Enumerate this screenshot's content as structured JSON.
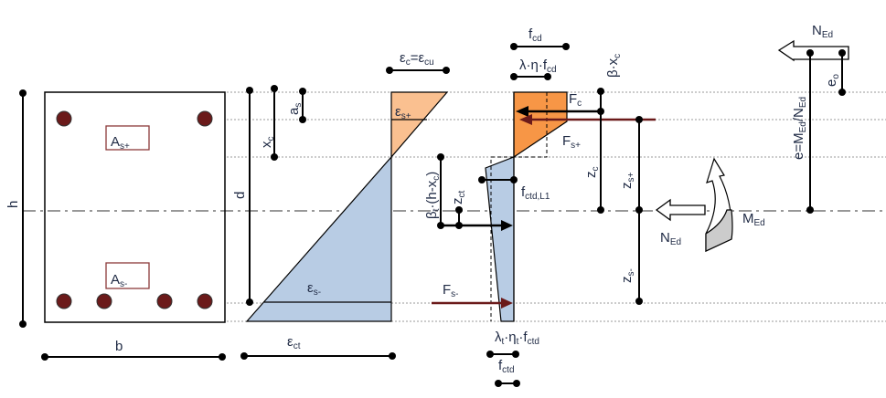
{
  "colors": {
    "compression": "#f79646",
    "compression_light": "#fac090",
    "tension": "#b8cce4",
    "steel": "#6b1a1a",
    "moment": "#cccccc"
  },
  "labels": {
    "h": "h",
    "b": "b",
    "d": "d",
    "xc": {
      "main": "x",
      "sub": "c"
    },
    "as": {
      "main": "a",
      "sub": "s"
    },
    "As_plus": {
      "main": "A",
      "sub": "s+"
    },
    "As_minus": {
      "main": "A",
      "sub": "s-"
    },
    "eps_c": {
      "main": "ε",
      "sub": "c",
      "eq": "=ε",
      "sub2": "cu"
    },
    "eps_s_plus": {
      "main": "ε",
      "sub": "s+"
    },
    "eps_s_minus": {
      "main": "ε",
      "sub": "s-"
    },
    "eps_ct": {
      "main": "ε",
      "sub": "ct"
    },
    "fcd": {
      "main": "f",
      "sub": "cd"
    },
    "lam_eta_fcd": {
      "main": "λ·η·f",
      "sub": "cd"
    },
    "beta_xc": {
      "main": "β·x",
      "sub": "c"
    },
    "Fc": {
      "main": "F",
      "sub": "c"
    },
    "Fs_plus": {
      "main": "F",
      "sub": "s+"
    },
    "Fs_minus": {
      "main": "F",
      "sub": "s-"
    },
    "zc": {
      "main": "z",
      "sub": "c"
    },
    "zs_plus": {
      "main": "z",
      "sub": "s+"
    },
    "zs_minus": {
      "main": "z",
      "sub": "s-"
    },
    "fctd_L1": {
      "main": "f",
      "sub": "ctd,L1"
    },
    "beta_t": {
      "main": "β",
      "sub": "t",
      "rest": "·(h-x",
      "sub2": "c",
      "close": ")"
    },
    "zct": {
      "main": "z",
      "sub": "ct"
    },
    "lam_t": {
      "a": "λ",
      "as": "t",
      "b": "·η",
      "bs": "t",
      "c": "·f",
      "cs": "ctd"
    },
    "fctd": {
      "main": "f",
      "sub": "ctd"
    },
    "NEd_top": {
      "main": "N",
      "sub": "Ed"
    },
    "NEd_mid": {
      "main": "N",
      "sub": "Ed"
    },
    "MEd": {
      "main": "M",
      "sub": "Ed"
    },
    "e": {
      "main": "e=M",
      "sub": "Ed",
      "mid": "/N",
      "sub2": "Ed"
    },
    "eo": {
      "main": "e",
      "sub": "o"
    }
  }
}
